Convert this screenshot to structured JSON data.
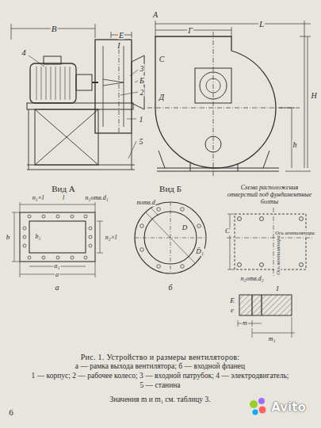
{
  "diagram": {
    "caption": "Рис. 1. Устройство и размеры вентиляторов:",
    "labels": [
      "В",
      "Е",
      "4",
      "I",
      "3",
      "Б",
      "2",
      "1",
      "5",
      "А",
      "Г",
      "L",
      "С",
      "Д",
      "H",
      "h",
      "Вид А",
      "n₁×l",
      "l",
      "n₁отв.d₁",
      "b",
      "b₁",
      "n₂×l",
      "a₁",
      "a",
      "а",
      "Вид Б",
      "nотв.d",
      "D",
      "D₁",
      "б",
      "Схема расположения отверстий под фундаментные болты",
      "Ось вентилятора",
      "Ось вентилятора",
      "С",
      "n₃отв.d₂",
      "I",
      "е",
      "Е",
      "m",
      "m₁",
      "а — рамка выхода вентилятора; б — входной фланец",
      "1 — корпус; 2 — рабочее колесо; 3 — входной патрубок; 4 — электродвигатель;",
      "5 — станина",
      "Значения m и m₁ см. таблицу 3.",
      "6",
      "Avito"
    ]
  }
}
